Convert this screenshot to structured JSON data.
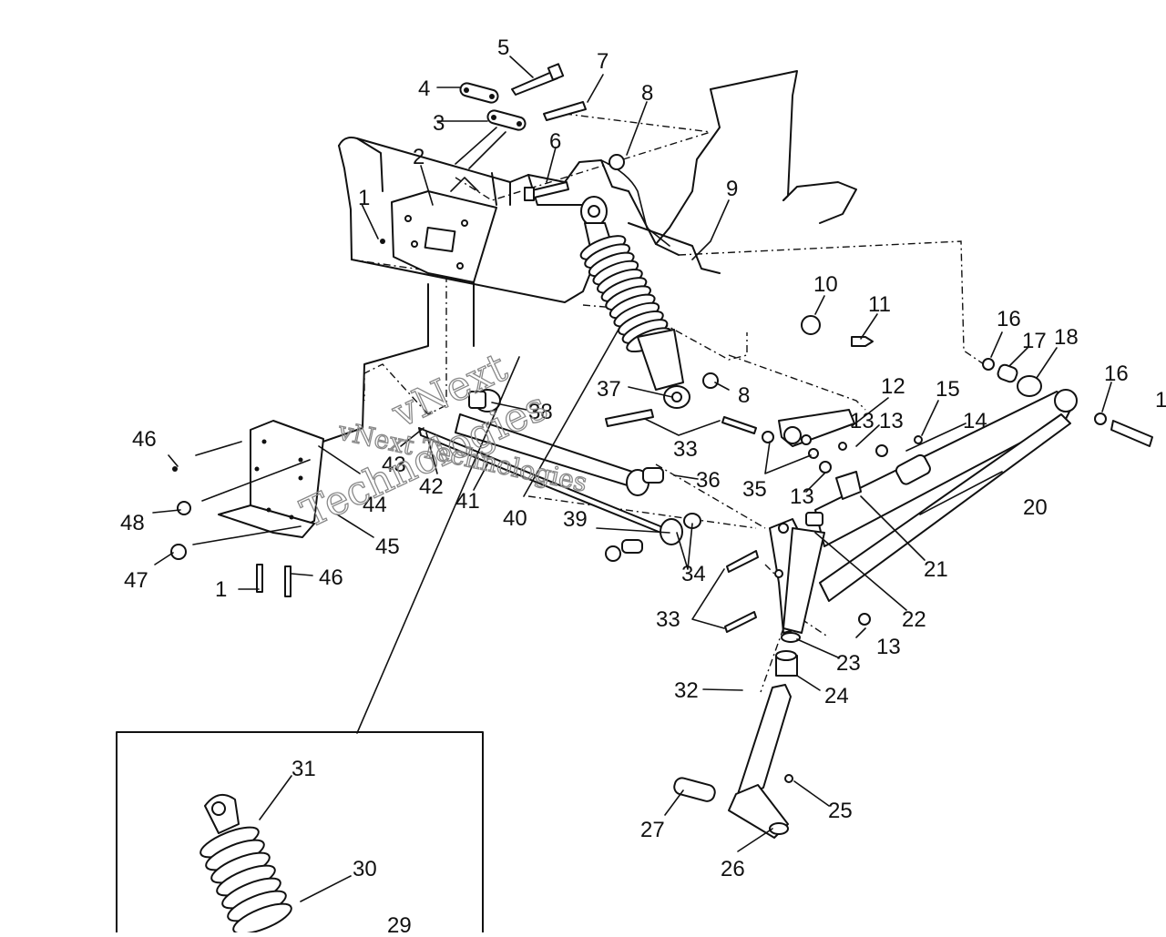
{
  "callouts": [
    "1",
    "2",
    "3",
    "4",
    "5",
    "6",
    "7",
    "8",
    "9",
    "10",
    "11",
    "12",
    "13",
    "14",
    "15",
    "16",
    "17",
    "18",
    "1",
    "16",
    "20",
    "21",
    "22",
    "23",
    "24",
    "25",
    "26",
    "27",
    "30",
    "31",
    "32",
    "33",
    "34",
    "35",
    "36",
    "37",
    "38",
    "39",
    "40",
    "41",
    "42",
    "43",
    "44",
    "45",
    "46",
    "47",
    "48",
    "1",
    "46",
    "8",
    "13",
    "13",
    "33",
    "13",
    "29"
  ],
  "watermark": {
    "line1": "vNext Technologies",
    "line2": "vNext",
    "line3": "Technologies"
  }
}
